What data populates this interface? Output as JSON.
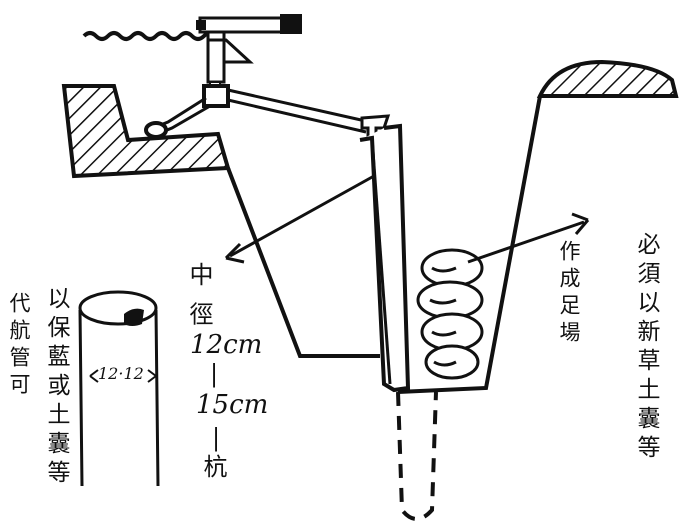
{
  "annotations": {
    "stake_caption": "中 徑",
    "diameter_top": "12cm",
    "dash_1": "|",
    "diameter_bottom": "15cm",
    "dash_2": "|",
    "stake_word": "杭",
    "sandbag_note_col1": "必須以新草土囊等",
    "sandbag_note_col2": "作成足場",
    "pipe_note_col1": "以保藍或土囊等",
    "pipe_note_col2": "代航管可",
    "pipe_width": "12·12"
  },
  "colors": {
    "ink": "#111111",
    "paper": "#ffffff"
  }
}
